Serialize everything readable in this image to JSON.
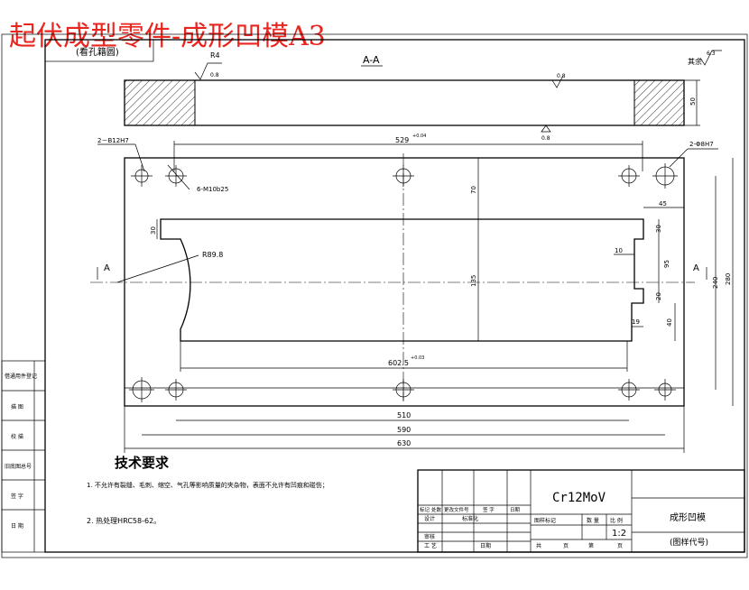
{
  "title_banner": "起伏成型零件-成形凹模A3",
  "reference_label": "(看孔籍圆)",
  "section_label": "A-A",
  "roughness": {
    "top_left_value": "R4",
    "top_left_sub": "0.8",
    "top_right_label": "其余",
    "top_right_value": "6.3",
    "mid_value": "0.8",
    "bottom_value": "0.8"
  },
  "dimensions": {
    "section_thickness": "50",
    "hole_2_b12": "2－B12H7",
    "hole_2_8": "2-Φ8H7",
    "hole_6": "6-M10b25",
    "dim_529": "529",
    "dim_529_tol": "+0.04",
    "dim_30_left": "30",
    "dim_radius": "R89.8",
    "dim_70": "70",
    "dim_135": "135",
    "dim_45": "45",
    "dim_30_right": "30",
    "dim_10": "10",
    "dim_95": "95",
    "dim_20": "20",
    "dim_19": "19",
    "dim_40": "40",
    "dim_240": "240",
    "dim_280": "280",
    "dim_602": "602.5",
    "dim_602_tol": "+0.03",
    "dim_510": "510",
    "dim_590": "590",
    "dim_630": "630",
    "section_mark_left": "A",
    "section_mark_right": "A"
  },
  "side_table": [
    "借通用件登记",
    "描 图",
    "校 描",
    "旧底图总号",
    "签 字",
    "日 期"
  ],
  "tech_requirements": {
    "heading": "技术要求",
    "items": [
      "1. 不允许有裂缝、毛刺、缩空、气孔等影响质量的夹杂物，表面不允许有凹痕和碰伤；",
      "2. 热处理HRC58-62。"
    ]
  },
  "title_block": {
    "material": "Cr12MoV",
    "part_name": "成形凹模",
    "drawing_code": "(图样代号)",
    "header_cells": [
      "标记",
      "处数",
      "更改文件号",
      "签 字",
      "日期"
    ],
    "design": "设计",
    "standard": "标准化",
    "review": "审核",
    "process": "工 艺",
    "date": "日期",
    "stage_mark": "图样标记",
    "quantity": "数 量",
    "scale_label": "比 例",
    "scale": "1:2",
    "total": "共",
    "page_unit_a": "页",
    "sheet": "第",
    "page_unit_b": "页"
  }
}
